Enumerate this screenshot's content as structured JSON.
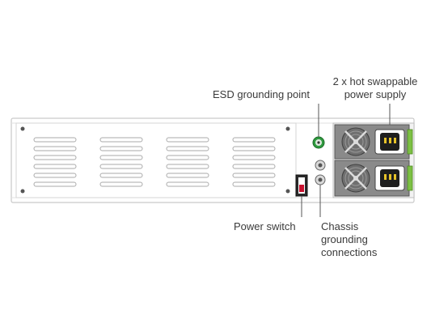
{
  "labels": {
    "power_supply_line1": "2 x hot swappable",
    "power_supply_line2": "power supply",
    "esd_point": "ESD grounding point",
    "power_switch": "Power switch",
    "chassis_line1": "Chassis",
    "chassis_line2": "grounding",
    "chassis_line3": "connections"
  },
  "colors": {
    "panel": "#ffffff",
    "panel_border": "#c9c9c9",
    "vent": "#bfbfbf",
    "psu_body": "#8a8a8a",
    "psu_handle": "#7cc043",
    "esd_ring": "#3aa64a",
    "leader_line": "#555555",
    "text": "#3a3a3a"
  },
  "icons": [
    "vent-slots",
    "screw-icon",
    "esd-port-icon",
    "power-switch-icon",
    "fan-icon",
    "power-socket-icon",
    "grounding-stud-icon"
  ]
}
